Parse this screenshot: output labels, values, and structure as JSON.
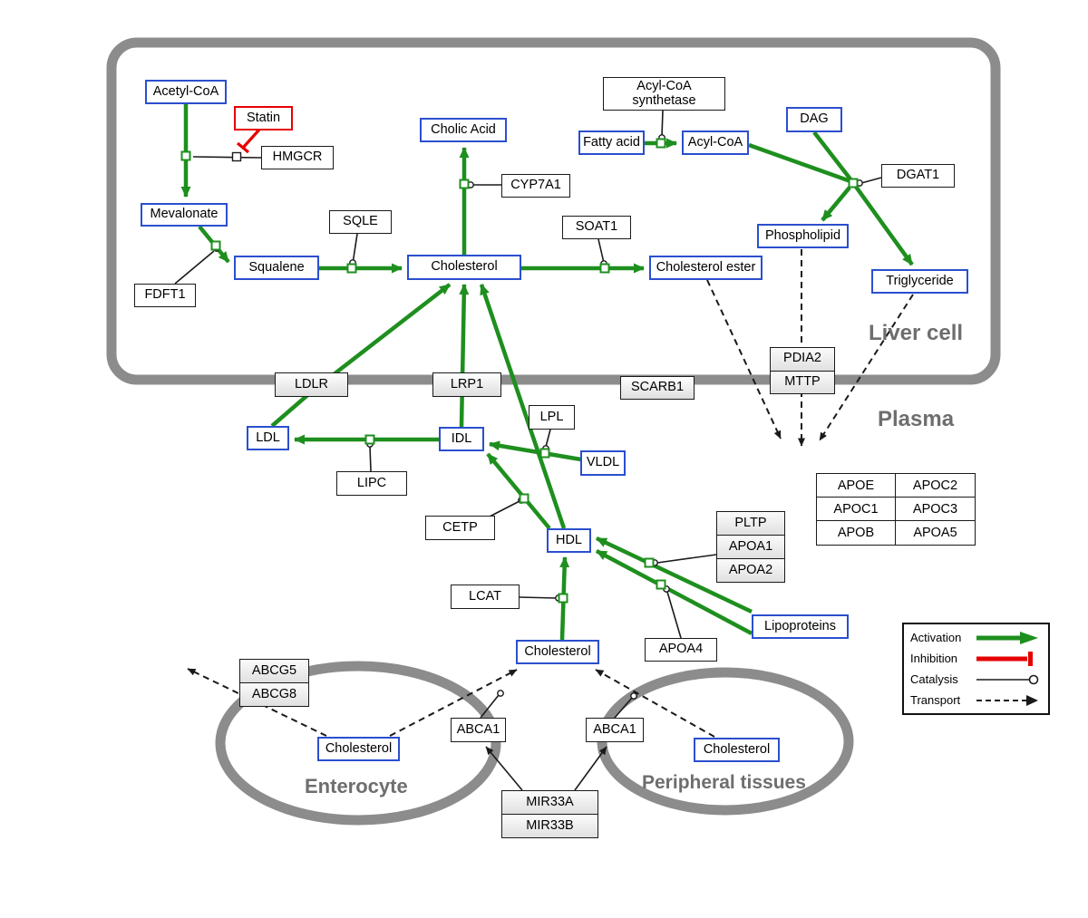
{
  "compartments": {
    "liver_cell": "Liver cell",
    "plasma": "Plasma",
    "enterocyte": "Enterocyte",
    "peripheral_tissues": "Peripheral tissues"
  },
  "nodes": {
    "acetyl_coa": "Acetyl-CoA",
    "statin": "Statin",
    "hmgcr": "HMGCR",
    "mevalonate": "Mevalonate",
    "fdft1": "FDFT1",
    "squalene": "Squalene",
    "sqle": "SQLE",
    "cholesterol_liver": "Cholesterol",
    "cyp7a1": "CYP7A1",
    "cholic_acid": "Cholic Acid",
    "soat1": "SOAT1",
    "cholesterol_ester": "Cholesterol ester",
    "fatty_acid": "Fatty acid",
    "acyl_coa_synthetase": "Acyl-CoA synthetase",
    "acyl_coa": "Acyl-CoA",
    "dag": "DAG",
    "dgat1": "DGAT1",
    "phospholipid": "Phospholipid",
    "triglyceride": "Triglyceride",
    "pdia2": "PDIA2",
    "mttp": "MTTP",
    "ldlr": "LDLR",
    "lrp1": "LRP1",
    "scarb1": "SCARB1",
    "ldl": "LDL",
    "idl": "IDL",
    "lipc": "LIPC",
    "lpl": "LPL",
    "vldl": "VLDL",
    "cetp": "CETP",
    "hdl": "HDL",
    "lcat": "LCAT",
    "apoe": "APOE",
    "apoc2": "APOC2",
    "apoc1": "APOC1",
    "apoc3": "APOC3",
    "apob": "APOB",
    "apoa5": "APOA5",
    "pltp": "PLTP",
    "apoa1": "APOA1",
    "apoa2": "APOA2",
    "apoa4": "APOA4",
    "lipoproteins": "Lipoproteins",
    "cholesterol_plasma": "Cholesterol",
    "abcg5": "ABCG5",
    "abcg8": "ABCG8",
    "cholesterol_enterocyte": "Cholesterol",
    "abca1_enterocyte": "ABCA1",
    "abca1_peripheral": "ABCA1",
    "cholesterol_peripheral": "Cholesterol",
    "mir33a": "MIR33A",
    "mir33b": "MIR33B"
  },
  "legend": {
    "activation": "Activation",
    "inhibition": "Inhibition",
    "catalysis": "Catalysis",
    "transport": "Transport"
  },
  "colors": {
    "activation_green": "#1e8f1e",
    "inhibition_red": "#e60000",
    "metabolite_border_blue": "#2b4fce",
    "compartment_gray": "#8c8c8c",
    "compartment_label_gray": "#6e6e6e"
  }
}
